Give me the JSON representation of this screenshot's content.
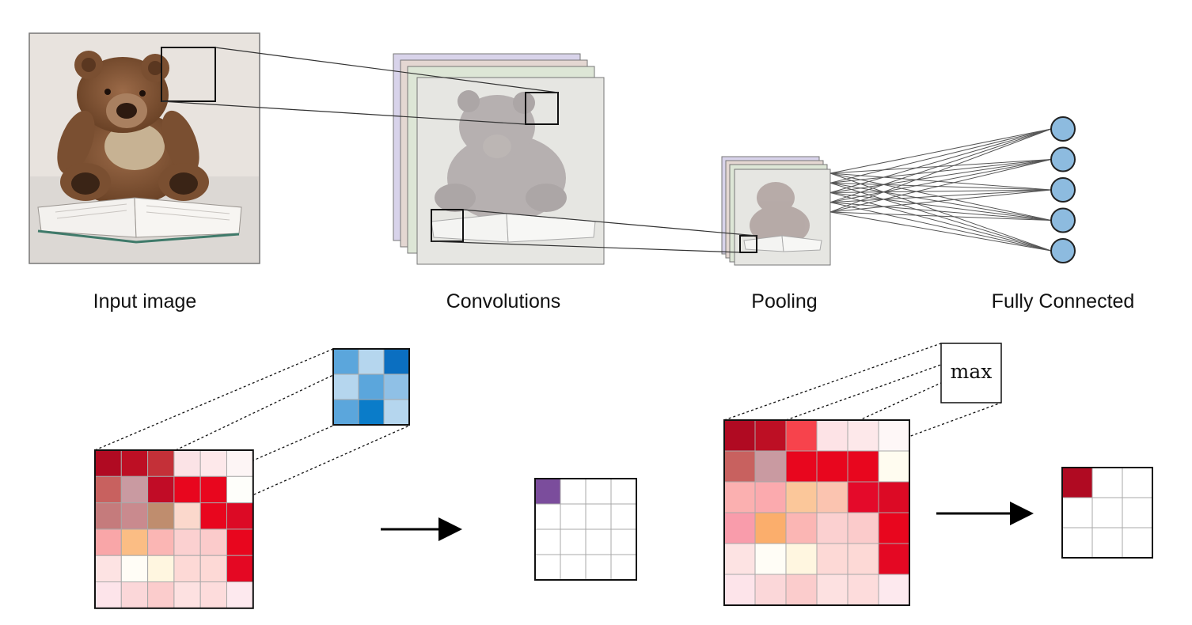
{
  "labels": {
    "input_image": "Input image",
    "convolutions": "Convolutions",
    "pooling": "Pooling",
    "fully_connected": "Fully Connected",
    "max": "max"
  },
  "fully_connected": {
    "neurons": 5,
    "color": "#8dbbdf",
    "stroke": "#222222"
  },
  "convolution_example": {
    "input_grid": [
      [
        "#b00a22",
        "#bd0f24",
        "#c43038",
        "#fbe3e6",
        "#fde8ea",
        "#fdf5f5"
      ],
      [
        "#c8615f",
        "#c99aa1",
        "#c10c26",
        "#e8061e",
        "#e8061e",
        "#fefefa"
      ],
      [
        "#c57b7c",
        "#c98a8e",
        "#bf8d6e",
        "#fbd8cc",
        "#e8061e",
        "#dc0a25"
      ],
      [
        "#f9a6a8",
        "#fbbd84",
        "#fbb6b4",
        "#fbd0d0",
        "#fbcbcb",
        "#e8061e"
      ],
      [
        "#fde3e3",
        "#fffdf6",
        "#fff6e0",
        "#fdd9d6",
        "#fdd9d6",
        "#e40823"
      ],
      [
        "#fde4ea",
        "#fbd7d9",
        "#fbcccc",
        "#fde1e1",
        "#fddcdc",
        "#fde9ee"
      ]
    ],
    "kernel": [
      [
        "#5ba6dc",
        "#b5d6ee",
        "#0b6fc1"
      ],
      [
        "#b5d6ee",
        "#5ba6dc",
        "#8fc0e6"
      ],
      [
        "#5ba6dc",
        "#0a7cc9",
        "#b5d6ee"
      ]
    ],
    "output_grid": [
      [
        "#7b4d9c",
        "#ffffff",
        "#ffffff",
        "#ffffff"
      ],
      [
        "#ffffff",
        "#ffffff",
        "#ffffff",
        "#ffffff"
      ],
      [
        "#ffffff",
        "#ffffff",
        "#ffffff",
        "#ffffff"
      ],
      [
        "#ffffff",
        "#ffffff",
        "#ffffff",
        "#ffffff"
      ]
    ]
  },
  "pooling_example": {
    "input_grid": [
      [
        "#b00a22",
        "#bd0f24",
        "#f7434c",
        "#fde3e6",
        "#fde8ea",
        "#fef7f7"
      ],
      [
        "#c8615f",
        "#c99aa1",
        "#e8061e",
        "#e8061e",
        "#e8061e",
        "#fffcf0"
      ],
      [
        "#fbb0b0",
        "#fbaaae",
        "#fbc79a",
        "#fbc4b0",
        "#e40a2a",
        "#dc0a25"
      ],
      [
        "#f99cab",
        "#fbae6c",
        "#fbb6b4",
        "#fbd0d0",
        "#fbcbcb",
        "#e8061e"
      ],
      [
        "#fde3e3",
        "#fffdf6",
        "#fff6e0",
        "#fdd9d6",
        "#fdd9d6",
        "#e40823"
      ],
      [
        "#fde4ea",
        "#fbd7d9",
        "#fbcccc",
        "#fde1e1",
        "#fddcdc",
        "#fde9ee"
      ]
    ],
    "output_grid": [
      [
        "#b00a22",
        "#ffffff",
        "#ffffff"
      ],
      [
        "#ffffff",
        "#ffffff",
        "#ffffff"
      ],
      [
        "#ffffff",
        "#ffffff",
        "#ffffff"
      ]
    ]
  }
}
